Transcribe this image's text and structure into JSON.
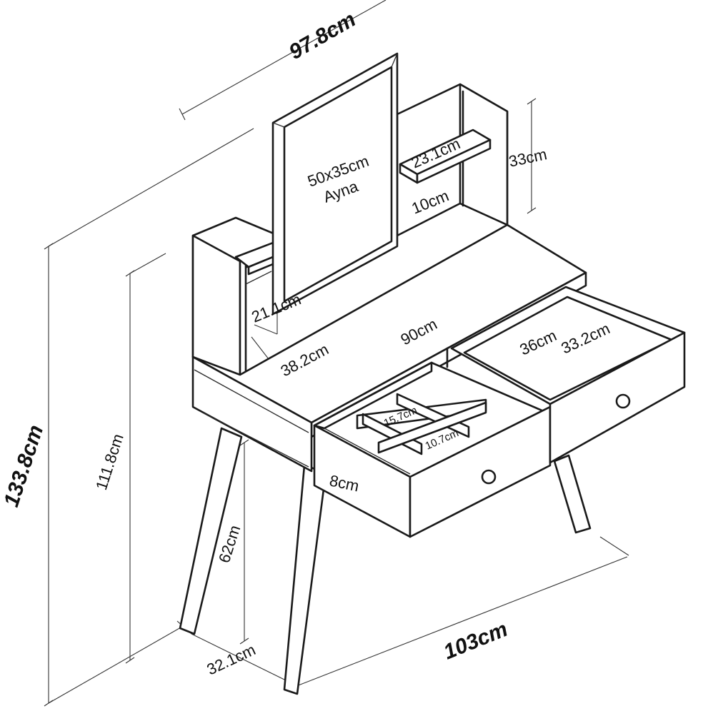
{
  "dimensions": {
    "top_width": "97.8cm",
    "total_height": "133.8cm",
    "desk_height": "111.8cm",
    "leg_height": "62cm",
    "depth": "32.1cm",
    "total_width": "103cm",
    "hutch_height": "33cm",
    "shelf_width": "23.1cm",
    "shelf_gap": "10cm",
    "mirror_size": "50x35cm",
    "mirror_label": "Ayna",
    "left_shelf_height": "21.1cm",
    "desk_depth": "38.2cm",
    "desk_width": "90cm",
    "drawer_inner_width": "36cm",
    "drawer_inner_depth": "33.2cm",
    "compartment_a": "15.7cm",
    "compartment_b": "10.7cm",
    "drawer_height": "8cm"
  }
}
